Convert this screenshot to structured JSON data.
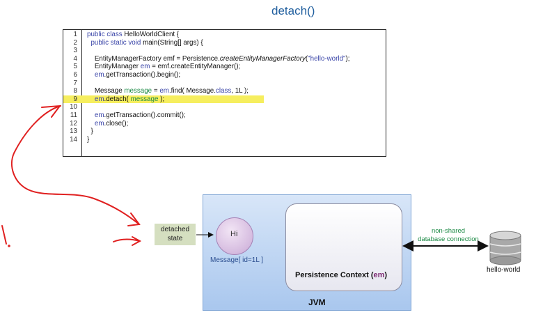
{
  "title": "detach()",
  "code": {
    "lines": [
      {
        "n": "1",
        "t": "public class HelloWorldClient {"
      },
      {
        "n": "2",
        "t": "  public static void main(String[] args) {"
      },
      {
        "n": "3",
        "t": ""
      },
      {
        "n": "4",
        "t": "    EntityManagerFactory emf = Persistence.createEntityManagerFactory(\"hello-world\");"
      },
      {
        "n": "5",
        "t": "    EntityManager em = emf.createEntityManager();"
      },
      {
        "n": "6",
        "t": "    em.getTransaction().begin();"
      },
      {
        "n": "7",
        "t": ""
      },
      {
        "n": "8",
        "t": "    Message message = em.find( Message.class, 1L );"
      },
      {
        "n": "9",
        "t": "    em.detach( message );"
      },
      {
        "n": "10",
        "t": ""
      },
      {
        "n": "11",
        "t": "    em.getTransaction().commit();"
      },
      {
        "n": "12",
        "t": "    em.close();"
      },
      {
        "n": "13",
        "t": "  }"
      },
      {
        "n": "14",
        "t": "}"
      }
    ],
    "highlight_line": "9"
  },
  "detached_state": {
    "line1": "detached",
    "line2": "state"
  },
  "entity": {
    "text": "Hi",
    "label": "Message[ id=1L ]"
  },
  "jvm_label": "JVM",
  "persistence_context": {
    "prefix": "Persistence  Context (",
    "em": "em",
    "suffix": ")"
  },
  "connection": {
    "line1": "non-shared",
    "line2": "database connection"
  },
  "database": {
    "label": "hello-world"
  },
  "colors": {
    "title": "#1f5e9e",
    "highlight": "#f6ee5e",
    "annotation": "#e02020",
    "connection": "#1d8a46"
  }
}
